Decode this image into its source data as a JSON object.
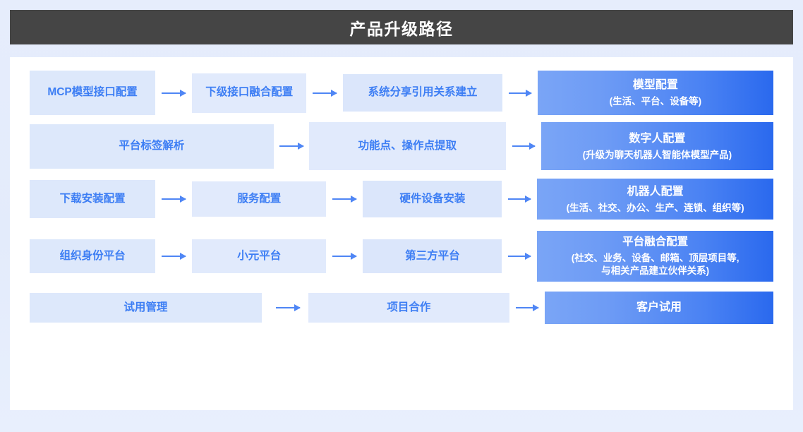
{
  "header": {
    "title": "产品升级路径"
  },
  "theme": {
    "page_background": "#e4ecfb",
    "header_background": "#454545",
    "header_text": "#ffffff",
    "card_background": "#ffffff",
    "step_box_background": "#dde8fb",
    "step_box_text": "#3d7ef4",
    "result_gradient_start": "#7aa5f6",
    "result_gradient_end": "#2a69ee",
    "result_text": "#ffffff",
    "arrow_color": "#4f86f5"
  },
  "diagram": {
    "type": "flowchart",
    "direction": "left-to-right",
    "rows": [
      {
        "id": "row-1",
        "steps": [
          {
            "label": "MCP模型接口配置"
          },
          {
            "label": "下级接口融合配置"
          },
          {
            "label": "系统分享引用关系建立"
          }
        ],
        "result": {
          "title": "模型配置",
          "subtitle": "(生活、平台、设备等)"
        }
      },
      {
        "id": "row-2",
        "steps": [
          {
            "label": "平台标签解析"
          },
          {
            "label": "功能点、操作点提取"
          }
        ],
        "result": {
          "title": "数字人配置",
          "subtitle": "(升级为聊天机器人智能体模型产品)"
        }
      },
      {
        "id": "row-3",
        "steps": [
          {
            "label": "下载安装配置"
          },
          {
            "label": "服务配置"
          },
          {
            "label": "硬件设备安装"
          }
        ],
        "result": {
          "title": "机器人配置",
          "subtitle": "(生活、社交、办公、生产、连锁、组织等)"
        }
      },
      {
        "id": "row-4",
        "steps": [
          {
            "label": "组织身份平台"
          },
          {
            "label": "小元平台"
          },
          {
            "label": "第三方平台"
          }
        ],
        "result": {
          "title": "平台融合配置",
          "subtitle": "(社交、业务、设备、邮箱、顶层项目等,",
          "subtitle2": "与相关产品建立伙伴关系)"
        }
      },
      {
        "id": "row-5",
        "steps": [
          {
            "label": "试用管理"
          },
          {
            "label": "项目合作"
          }
        ],
        "result": {
          "title": "客户试用",
          "subtitle": ""
        }
      }
    ]
  },
  "icons": {
    "arrow": "arrow-right-icon"
  }
}
